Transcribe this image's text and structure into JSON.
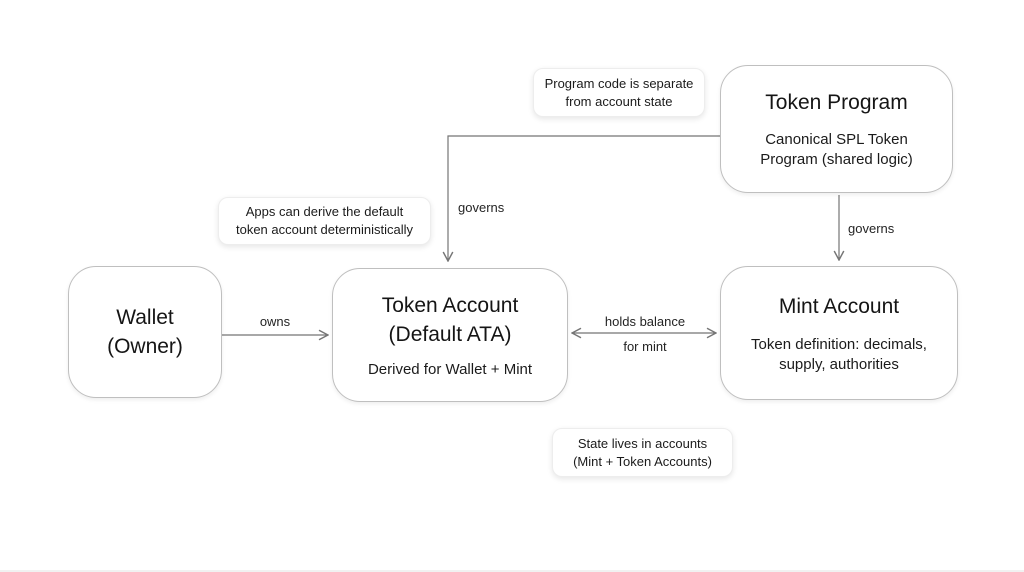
{
  "diagram": {
    "nodes": {
      "token_program": {
        "title_lines": [
          "Token Program"
        ],
        "subtitle_lines": [
          "Canonical SPL Token",
          "Program (shared logic)"
        ]
      },
      "wallet": {
        "title_lines": [
          "Wallet",
          "(Owner)"
        ]
      },
      "token_account": {
        "title_lines": [
          "Token Account",
          "(Default ATA)"
        ],
        "subtitle_lines": [
          "Derived for Wallet + Mint"
        ]
      },
      "mint_account": {
        "title_lines": [
          "Mint Account"
        ],
        "subtitle_lines": [
          "Token definition: decimals,",
          "supply, authorities"
        ]
      }
    },
    "annotations": {
      "program_code_note": [
        "Program code is separate",
        "from account state"
      ],
      "apps_derive_note": [
        "Apps can derive the default",
        "token account deterministically"
      ],
      "state_lives_note": [
        "State lives in accounts",
        "(Mint + Token Accounts)"
      ]
    },
    "edges": {
      "owns": {
        "label": "owns"
      },
      "governs_token_account": {
        "label": "governs"
      },
      "governs_mint": {
        "label": "governs"
      },
      "holds_balance": {
        "label_lines": [
          "holds balance",
          "for mint"
        ]
      }
    }
  },
  "colors": {
    "background": "#ffffff",
    "node_fill": "#ffffff",
    "node_border": "#bfbfbf",
    "arrow": "#757575",
    "text": "#151515"
  }
}
